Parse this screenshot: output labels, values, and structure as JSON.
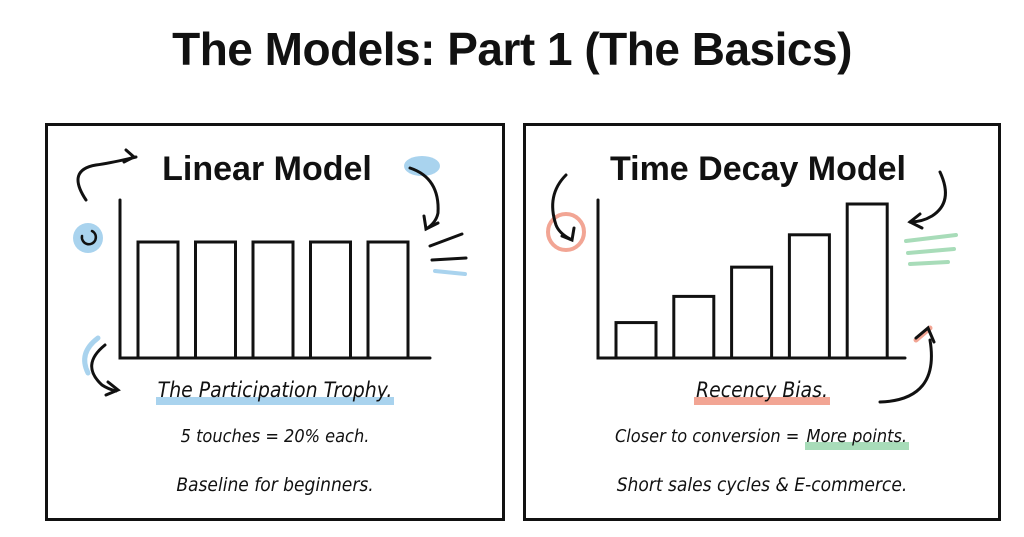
{
  "title": "The Models: Part 1 (The Basics)",
  "colors": {
    "blue": "#a9d3ee",
    "red": "#f2a594",
    "green": "#a8dcb9",
    "ink": "#111111"
  },
  "panels": [
    {
      "heading": "Linear Model",
      "subtitle": "The Participation Trophy.",
      "line2": "5 touches = 20% each.",
      "line3": "Baseline for beginners.",
      "bar_levels": [
        1,
        1,
        1,
        1,
        1
      ]
    },
    {
      "heading": "Time Decay Model",
      "subtitle": "Recency Bias.",
      "line2a": "Closer to conversion = ",
      "line2b": "More points.",
      "line3": "Short sales cycles & E-commerce.",
      "bar_levels": [
        0.23,
        0.4,
        0.59,
        0.8,
        1
      ]
    }
  ]
}
